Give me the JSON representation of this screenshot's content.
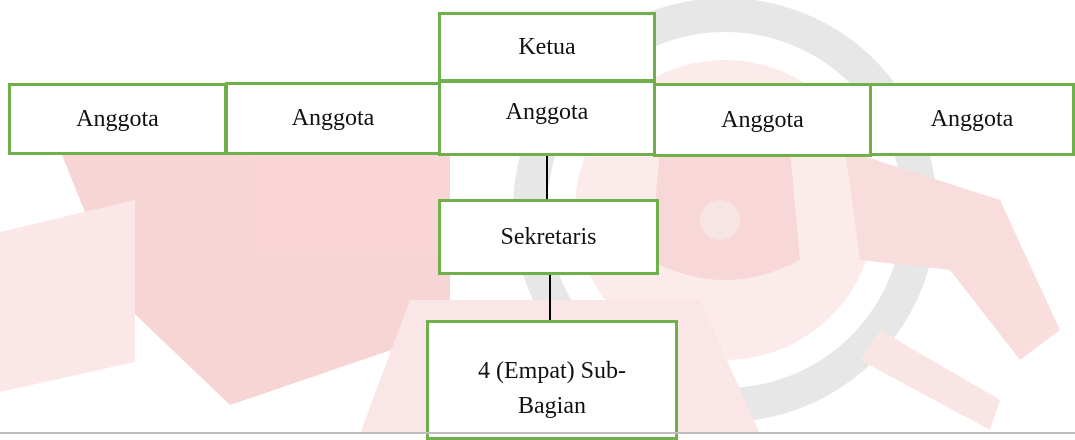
{
  "diagram": {
    "top": {
      "label": "Ketua"
    },
    "members": [
      {
        "label": "Anggota"
      },
      {
        "label": "Anggota"
      },
      {
        "label": "Anggota"
      },
      {
        "label": "Anggota"
      },
      {
        "label": "Anggota"
      }
    ],
    "secretary": {
      "label": "Sekretaris"
    },
    "sub_division": {
      "label_line1": "4 (Empat) Sub-",
      "label_line2": "Bagian"
    }
  },
  "colors": {
    "box_border": "#70b04a",
    "connector": "#000000",
    "watermark_red": "#f7c8c8",
    "watermark_pink": "#fbdede",
    "watermark_gray": "#e6e6e6"
  }
}
